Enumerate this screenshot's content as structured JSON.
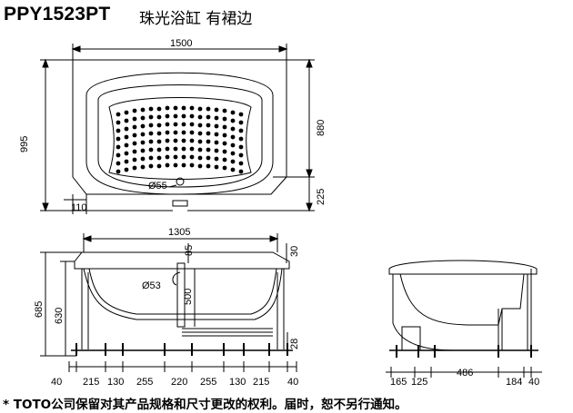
{
  "header": {
    "model": "PPY1523PT",
    "subtitle": "珠光浴缸 有裙边"
  },
  "top_view": {
    "width": "1500",
    "depth": "995",
    "inner_depth": "880",
    "drain_offset": "225",
    "skirt_offset": "110",
    "drain_diameter": "Ø55"
  },
  "front_view": {
    "inner_length": "1305",
    "rim_height": "30",
    "overflow_height": "85",
    "height_total": "685",
    "height_inner": "630",
    "pipe_diameter": "Ø53",
    "pipe_length": "500",
    "foot_height": "28",
    "leg_spacing": [
      "40",
      "215",
      "130",
      "255",
      "220",
      "255",
      "130",
      "215",
      "40"
    ]
  },
  "side_view": {
    "dims": [
      "165",
      "125",
      "486",
      "184",
      "40"
    ]
  },
  "footer": {
    "notice": "* TOTO公司保留对其产品规格和尺寸更改的权利。届时，恕不另行通知。"
  }
}
